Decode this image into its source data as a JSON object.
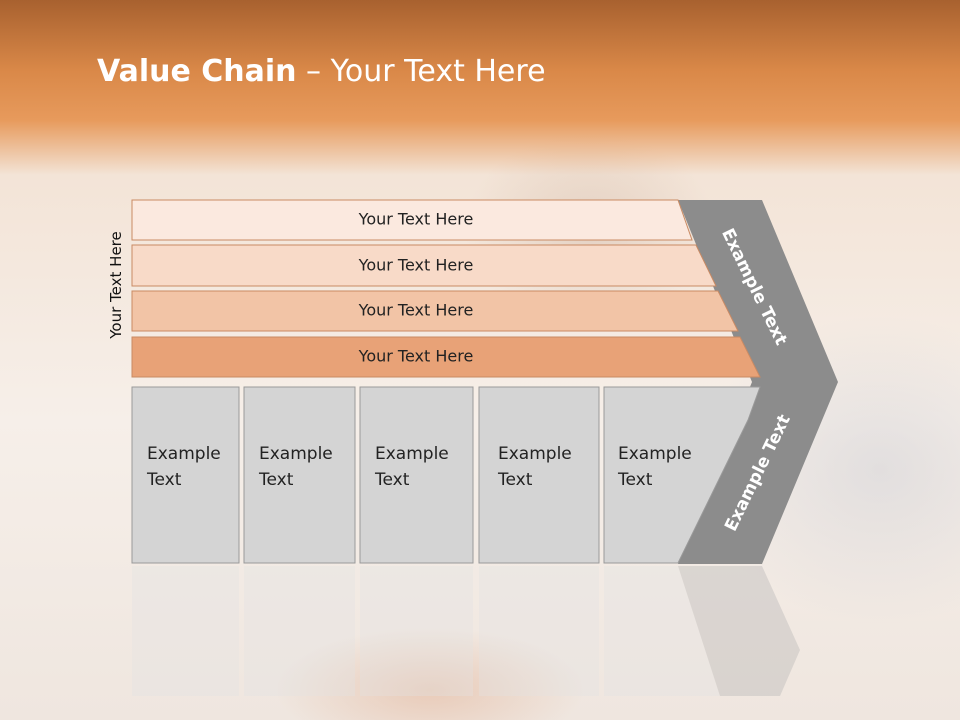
{
  "slide": {
    "title_bold": "Value Chain",
    "title_rest": " – Your Text Here",
    "side_label": "Your Text Here"
  },
  "bands": [
    {
      "label": "Your Text Here",
      "color": "#fbe9df"
    },
    {
      "label": "Your Text Here",
      "color": "#f8dac8"
    },
    {
      "label": "Your Text Here",
      "color": "#f2c4a6"
    },
    {
      "label": "Your Text Here",
      "color": "#e8a277"
    }
  ],
  "boxes": [
    {
      "line1": "Example",
      "line2": "Text"
    },
    {
      "line1": "Example",
      "line2": "Text"
    },
    {
      "line1": "Example",
      "line2": "Text"
    },
    {
      "line1": "Example",
      "line2": "Text"
    },
    {
      "line1": "Example",
      "line2": "Text"
    }
  ],
  "chevron": {
    "upper_label": "Example Text",
    "lower_label": "Example Text",
    "color": "#8c8c8c"
  },
  "colors": {
    "box_fill": "#d4d4d4",
    "box_stroke": "#9a9a9a",
    "band_stroke": "#c98a63"
  }
}
